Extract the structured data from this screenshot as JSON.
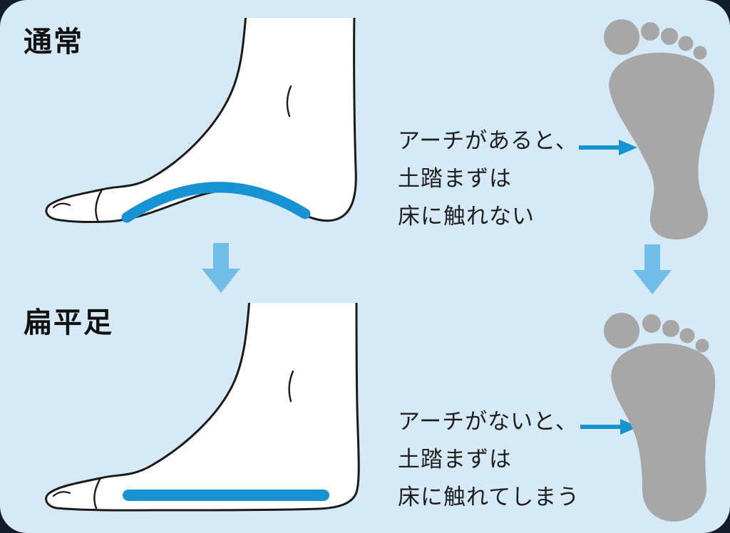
{
  "colors": {
    "panel_bg": "#d6e9f6",
    "outer_bg": "#121c2b",
    "accent_blue": "#1792d2",
    "light_blue_arrow": "#72bde8",
    "footprint_gray": "#a7a7a7",
    "outline_black": "#1a1a1a",
    "foot_fill": "#ffffff",
    "text": "#1f1f1f"
  },
  "sections": {
    "normal": {
      "label": "通常",
      "annotation_lines": [
        "アーチがあると、",
        "土踏まずは",
        "床に触れない"
      ]
    },
    "flat": {
      "label": "扁平足",
      "annotation_lines": [
        "アーチがないと、",
        "土踏まずは",
        "床に触れてしまう"
      ]
    }
  },
  "icons": {
    "foot_side_arch": "foot side view with arch",
    "foot_side_flat": "foot side view flat (fallen arch)",
    "footprint_arch": "footprint with arch gap",
    "footprint_flat": "full flat footprint",
    "down_arrow": "transition arrow down",
    "right_arrow": "pointer arrow right"
  }
}
